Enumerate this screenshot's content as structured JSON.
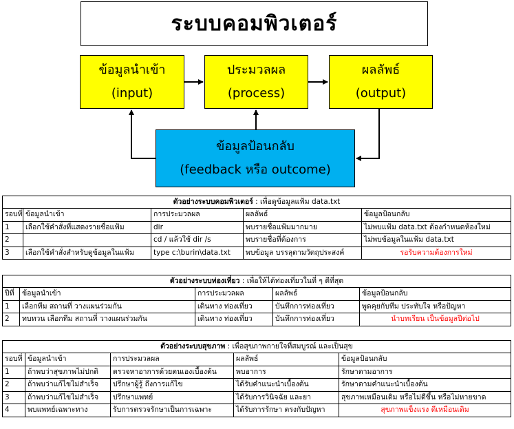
{
  "diagram": {
    "title": "ระบบคอมพิวเตอร์",
    "input": {
      "line1": "ข้อมูลนำเข้า",
      "line2": "(input)"
    },
    "process": {
      "line1": "ประมวลผล",
      "line2": "(process)"
    },
    "output": {
      "line1": "ผลลัพธ์",
      "line2": "(output)"
    },
    "feedback": {
      "line1": "ข้อมูลป้อนกลับ",
      "line2": "(feedback หรือ outcome)"
    }
  },
  "tables": [
    {
      "caption_bold": "ตัวอย่างระบบคอมพิวเตอร์",
      "caption_rest": " : เพื่อดูข้อมูลแฟ้ม data.txt",
      "headers": [
        "รอบที่",
        "ข้อมูลนำเข้า",
        "การประมวลผล",
        "ผลลัพธ์",
        "ข้อมูลป้อนกลับ"
      ],
      "rows": [
        [
          "1",
          "เลือกใช้คำสั่งที่แสดงรายชื่อแฟ้ม",
          "dir",
          "พบรายชื่อแฟ้มมากมาย",
          "ไม่พบแฟ้ม data.txt ต้องกำหนดห้องใหม่"
        ],
        [
          "2",
          "",
          "cd / แล้วใช้ dir /s",
          "พบรายชื่อที่ต้องการ",
          "ไม่พบข้อมูลในแฟ้ม data.txt"
        ],
        [
          "3",
          "เลือกใช้คำสั่งสำหรับดูข้อมูลในแฟ้ม",
          "type c:\\burin\\data.txt",
          "พบข้อมูล บรรลุตามวัตถุประสงค์",
          "รอรับความต้องการใหม่"
        ]
      ],
      "red_cells": [
        [
          2,
          4
        ]
      ]
    },
    {
      "caption_bold": "ตัวอย่างระบบท่องเที่ยว",
      "caption_rest": " : เพื่อให้ได้ท่องเที่ยวในที่ ๆ ดีที่สุด",
      "headers": [
        "ปีที่",
        "ข้อมูลนำเข้า",
        "การประมวลผล",
        "ผลลัพธ์",
        "ข้อมูลป้อนกลับ"
      ],
      "rows": [
        [
          "1",
          "เลือกทีม สถานที่ วางแผนร่วมกัน",
          "เดินทาง ท่องเที่ยว",
          "บันทึกการท่องเที่ยว",
          "พูดคุยกับทีม ประทับใจ หรือปัญหา"
        ],
        [
          "2",
          "ทบทวน เลือกทีม สถานที่ วางแผนร่วมกัน",
          "เดินทาง ท่องเที่ยว",
          "บันทึกการท่องเที่ยว",
          "นำบทเรียน เป็นข้อมูลปีต่อไป"
        ]
      ],
      "red_cells": [
        [
          1,
          4
        ]
      ]
    },
    {
      "caption_bold": "ตัวอย่างระบบสุขภาพ",
      "caption_rest": " : เพื่อสุขภาพกายใจที่สมบูรณ์ และเป็นสุข",
      "headers": [
        "รอบที่",
        "ข้อมูลนำเข้า",
        "การประมวลผล",
        "ผลลัพธ์",
        "ข้อมูลป้อนกลับ"
      ],
      "rows": [
        [
          "1",
          "ถ้าพบว่าสุขภาพไม่ปกติ",
          "ตรวจหาอาการด้วยตนเองเบื้องต้น",
          "พบอาการ",
          "รักษาตามอาการ"
        ],
        [
          "2",
          "ถ้าพบว่าแก้ไขไม่สำเร็จ",
          "ปรึกษาผู้รู้ ถึงการแก้ไข",
          "ได้รับคำแนะนำเบื้องต้น",
          "รักษาตามคำแนะนำเบื้องต้น"
        ],
        [
          "3",
          "ถ้าพบว่าแก้ไขไม่สำเร็จ",
          "ปรึกษาแพทย์",
          "ได้รับการวินิจฉัย และยา",
          "สุขภาพเหมือนเดิม หรือไม่ดีขึ้น หรือไม่หายขาด"
        ],
        [
          "4",
          "พบแพทย์เฉพาะทาง",
          "รับการตรวจรักษาเป็นการเฉพาะ",
          "ได้รับการรักษา ตรงกับปัญหา",
          "สุขภาพแข็งแรง ดีเหมือนเดิม"
        ]
      ],
      "red_cells": [
        [
          3,
          4
        ]
      ]
    }
  ]
}
